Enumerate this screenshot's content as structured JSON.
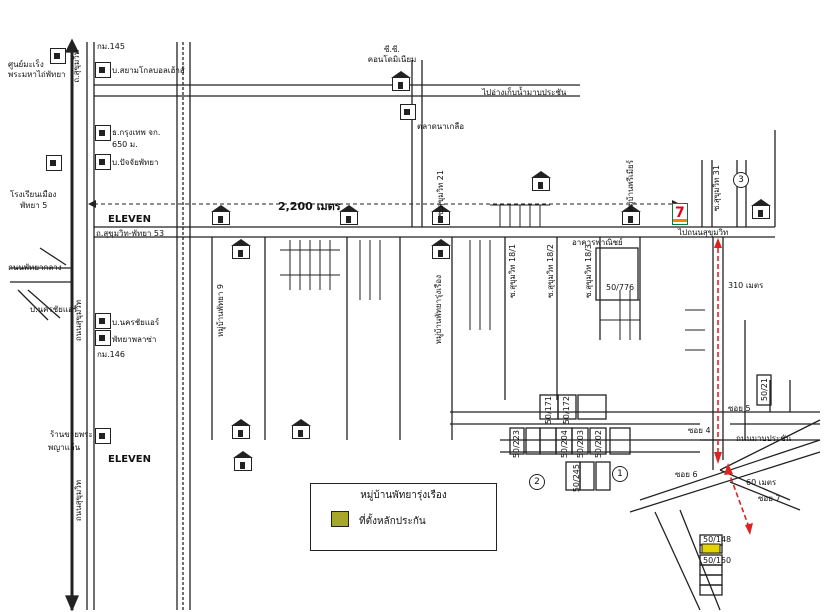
{
  "labels": {
    "suan_somdet": "ศูนย์มะเร็ง",
    "phra_mahathai": "พระมหาไถ่พัทยา",
    "soi_khaotalo": "ถ.สุขุมวิท",
    "kor_mor_145": "กม.145",
    "siam_makro": "บ.สยามโกลบอลเฮ้าส์",
    "cp_bank": "ธ.กรุงเทพ จก.",
    "dist_650": "650 ม.",
    "chai_pattaya": "บ.ปัจจัยพัทยา",
    "school": "โรงเรียนเมือง",
    "pattaya5": "พัทยา 5",
    "eleven_1": "ELEVEN",
    "eleven_2": "ELEVEN",
    "sukhumvit_53": "ถ.สุขุมวิท-พัทยา 53",
    "pattaya_klang": "ถนนพัทยากลาง",
    "nakorn_chai_1": "บ.นครชัยแอร์",
    "nakorn_chai_2": "บ.นครชัยแอร์",
    "pattaya_phlaza": "พัทยาพลาซ่า",
    "kor_mor_146": "กม.146",
    "shop": "ร้านขายพระ",
    "phuay": "พญาแล้น",
    "sukhumvit_road_vert": "ถนนสุขุมวิท",
    "sukhumvit_lower": "ถนนสุขุมวิท",
    "cc_convenience": "ซี.ซี. คอนโดมิเนียม",
    "market": "ตลาดนาเกลือ",
    "to_reservoir": "ไปอ่างเก็บน้ำมาบประชัน",
    "distance_2200": "2,200 เมตร",
    "soi_21": "ซ.สุขุมวิท 21",
    "soi_31": "ซ.สุขุมวิท 31",
    "to_sukhumvit": "ไปถนนสุขุมวิท",
    "dist_310": "310 เมตร",
    "dist_60": "60 เมตร",
    "soi_5": "ซอย 5",
    "soi_4": "ซอย 4",
    "soi_6": "ซอย 6",
    "soi_7": "ซอย 7",
    "maroom": "ถนนมาบประชัน",
    "soi_18_1": "ซ.สุขุมวิท 18/1",
    "soi_18_2": "ซ.สุขุมวิท 18/2",
    "soi_18_3": "ซ.สุขุมวิท 18/3",
    "building_commercial": "อาคารพาณิชย์",
    "lot_776": "50/776",
    "lot_171": "50/171",
    "lot_172": "50/172",
    "lot_204": "50/204",
    "lot_203": "50/203",
    "lot_202": "50/202",
    "lot_223": "50/223",
    "lot_245": "50/245",
    "lot_21": "50/21",
    "lot_148": "50/148",
    "lot_150": "50/150",
    "village_1": "หมู่บ้านพัทยา 9",
    "village_2": "หมู่บ้านพัทยารุ่งเรือง",
    "village_3": "หมู่บ้านพรีเมียร์",
    "circle_1": "1",
    "circle_2": "2",
    "circle_3": "3"
  },
  "legend": {
    "title": "หมู่บ้านพัทยารุ่งเรือง",
    "item": "ที่ตั้งหลักประกัน",
    "swatch_color": "#a7a82a"
  }
}
